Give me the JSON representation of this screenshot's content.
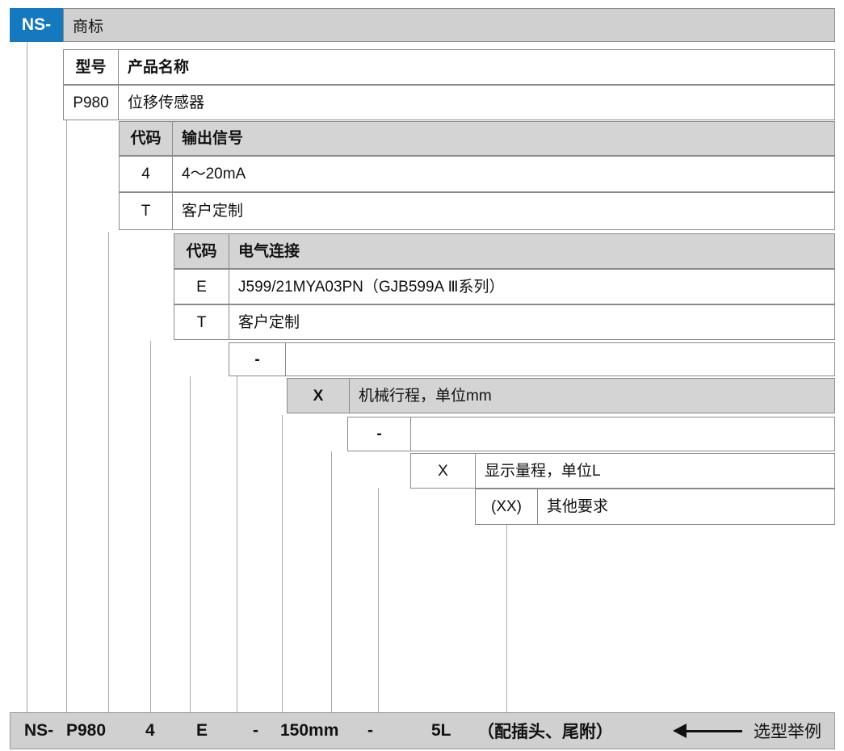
{
  "brand": {
    "code": "NS-",
    "label": "商标"
  },
  "sections": [
    {
      "id": "model",
      "header": {
        "code": "型号",
        "desc": "产品名称"
      },
      "rows": [
        {
          "code": "P980",
          "desc": "位移传感器"
        }
      ]
    },
    {
      "id": "output-signal",
      "header": {
        "code": "代码",
        "desc": "输出信号"
      },
      "rows": [
        {
          "code": "4",
          "desc": "4～20mA"
        },
        {
          "code": "T",
          "desc": "客户定制"
        }
      ]
    },
    {
      "id": "electrical-connection",
      "header": {
        "code": "代码",
        "desc": "电气连接"
      },
      "rows": [
        {
          "code": "E",
          "desc": "J599/21MYA03PN（GJB599A Ⅲ系列）"
        },
        {
          "code": "T",
          "desc": "客户定制"
        }
      ]
    },
    {
      "id": "separator-1",
      "rows": [
        {
          "code": "-",
          "desc": ""
        }
      ]
    },
    {
      "id": "mechanical-stroke",
      "rows": [
        {
          "code": "X",
          "desc": "机械行程，单位mm"
        }
      ]
    },
    {
      "id": "separator-2",
      "rows": [
        {
          "code": "-",
          "desc": ""
        }
      ]
    },
    {
      "id": "display-range",
      "rows": [
        {
          "code": "X",
          "desc": "显示量程，单位L"
        }
      ]
    },
    {
      "id": "other-requirements",
      "rows": [
        {
          "code": "(XX)",
          "desc": "其他要求"
        }
      ]
    }
  ],
  "example": {
    "tokens": [
      "NS-",
      "P980",
      "4",
      "E",
      "-",
      "150mm",
      "-",
      "5L",
      "（配插头、尾附）"
    ],
    "arrow_label": "选型举例",
    "arrow_icon": "left-arrow-icon"
  },
  "colors": {
    "brand_blue": "#1579bf",
    "header_shade": "#d0d0d0",
    "row_shade": "#d4d4d4",
    "border": "#8a8a8a",
    "connector": "#a9a9a9"
  }
}
